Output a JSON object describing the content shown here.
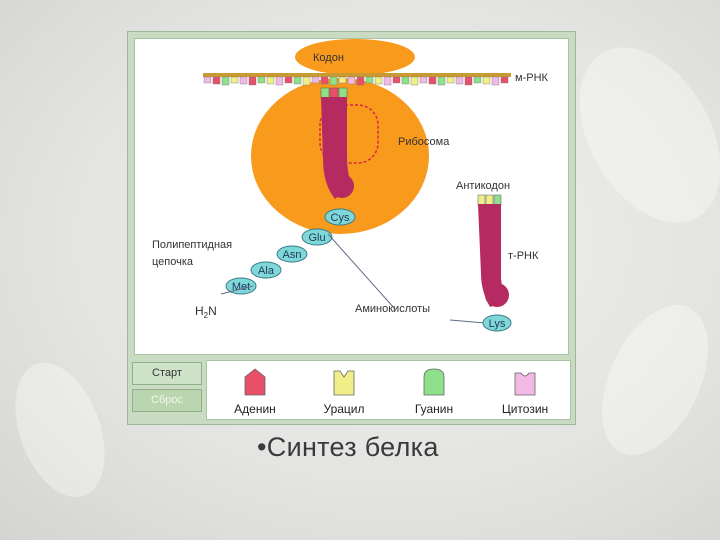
{
  "slide": {
    "bullet": "•",
    "title": "Синтез белка"
  },
  "animation": {
    "labels": {
      "codon": "Кодон",
      "mrna": "м-РНК",
      "ribosome": "Рибосома",
      "anticodon": "Антикодон",
      "trna": "т-РНК",
      "polypeptide_line1": "Полипептидная",
      "polypeptide_line2": "цепочка",
      "amino_acids": "Аминокислоты",
      "amino_group_h": "H",
      "amino_group_sub": "2",
      "amino_group_n": "N"
    },
    "amino_acid_chain": [
      "Cys",
      "Glu",
      "Asn",
      "Ala",
      "Met"
    ],
    "trna_amino_acid": "Lys",
    "colors": {
      "ribosome": "#f89a1c",
      "trna": "#b62a62",
      "amino_acid": "#7fd8d8",
      "adenine": "#e8506a",
      "uracil": "#f0ee88",
      "guanine": "#8fe08a",
      "cytosine": "#f1b9e4"
    }
  },
  "controls": {
    "start_label": "Старт",
    "reset_label": "Сброс"
  },
  "legend": [
    {
      "label": "Аденин",
      "color": "#e8506a"
    },
    {
      "label": "Урацил",
      "color": "#f0ee88"
    },
    {
      "label": "Гуанин",
      "color": "#8fe08a"
    },
    {
      "label": "Цитозин",
      "color": "#f1b9e4"
    }
  ]
}
